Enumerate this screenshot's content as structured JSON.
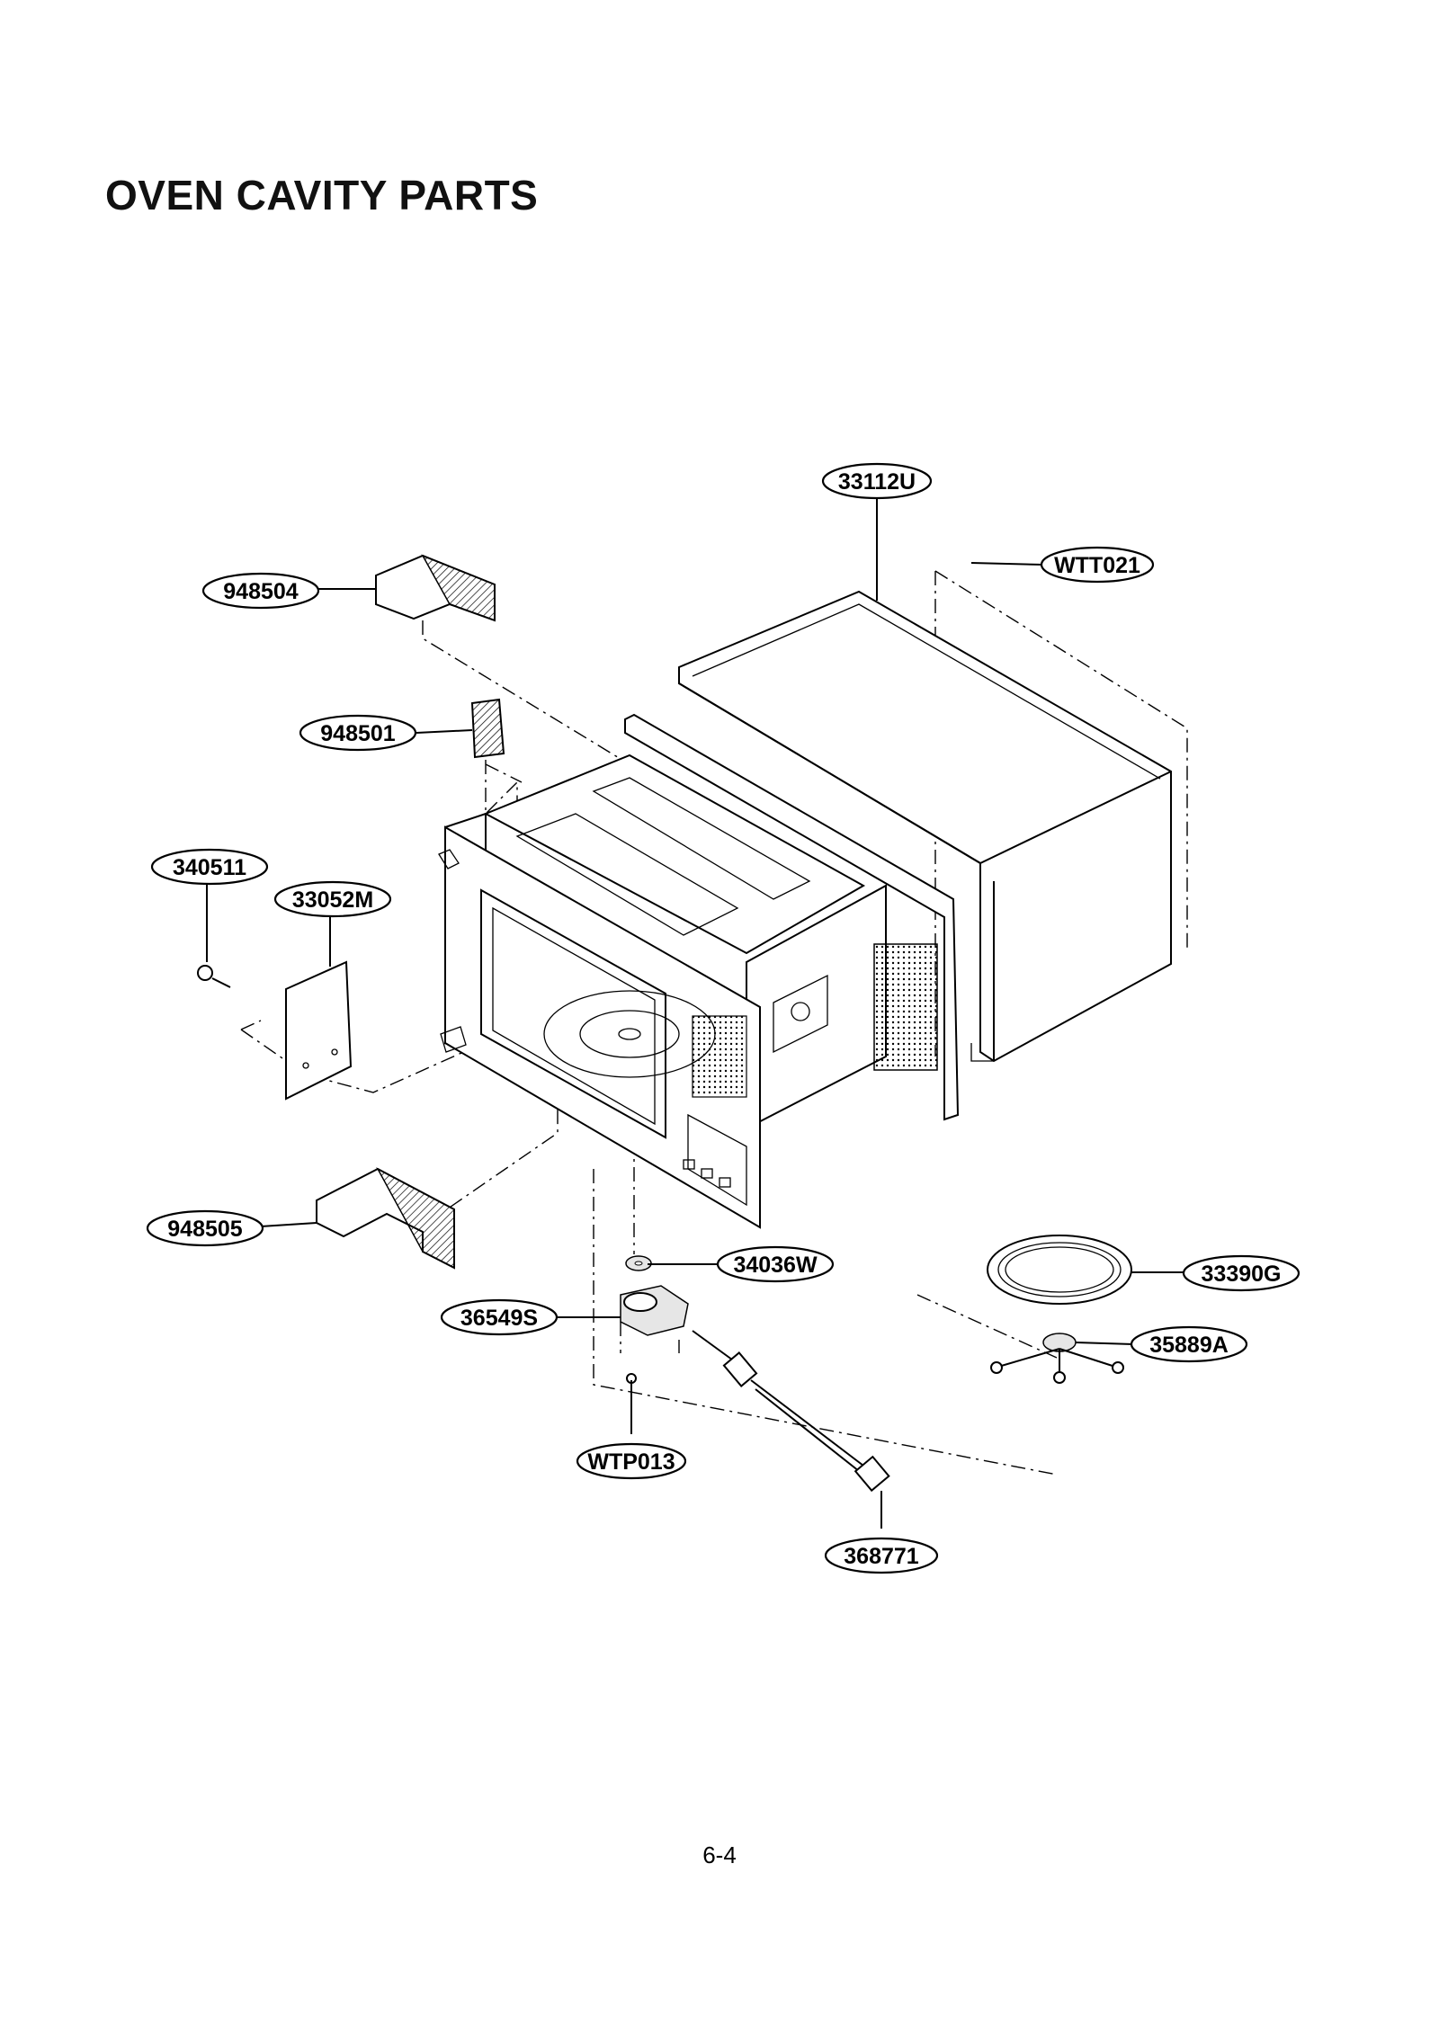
{
  "title": "OVEN CAVITY PARTS",
  "page_number": "6-4",
  "parts": [
    {
      "id": "part-33112U",
      "label": "33112U"
    },
    {
      "id": "part-WTT021",
      "label": "WTT021"
    },
    {
      "id": "part-948504",
      "label": "948504"
    },
    {
      "id": "part-948501",
      "label": "948501"
    },
    {
      "id": "part-340511",
      "label": "340511"
    },
    {
      "id": "part-33052M",
      "label": "33052M"
    },
    {
      "id": "part-948505",
      "label": "948505"
    },
    {
      "id": "part-34036W",
      "label": "34036W"
    },
    {
      "id": "part-33390G",
      "label": "33390G"
    },
    {
      "id": "part-36549S",
      "label": "36549S"
    },
    {
      "id": "part-35889A",
      "label": "35889A"
    },
    {
      "id": "part-WTP013",
      "label": "WTP013"
    },
    {
      "id": "part-368771",
      "label": "368771"
    }
  ]
}
